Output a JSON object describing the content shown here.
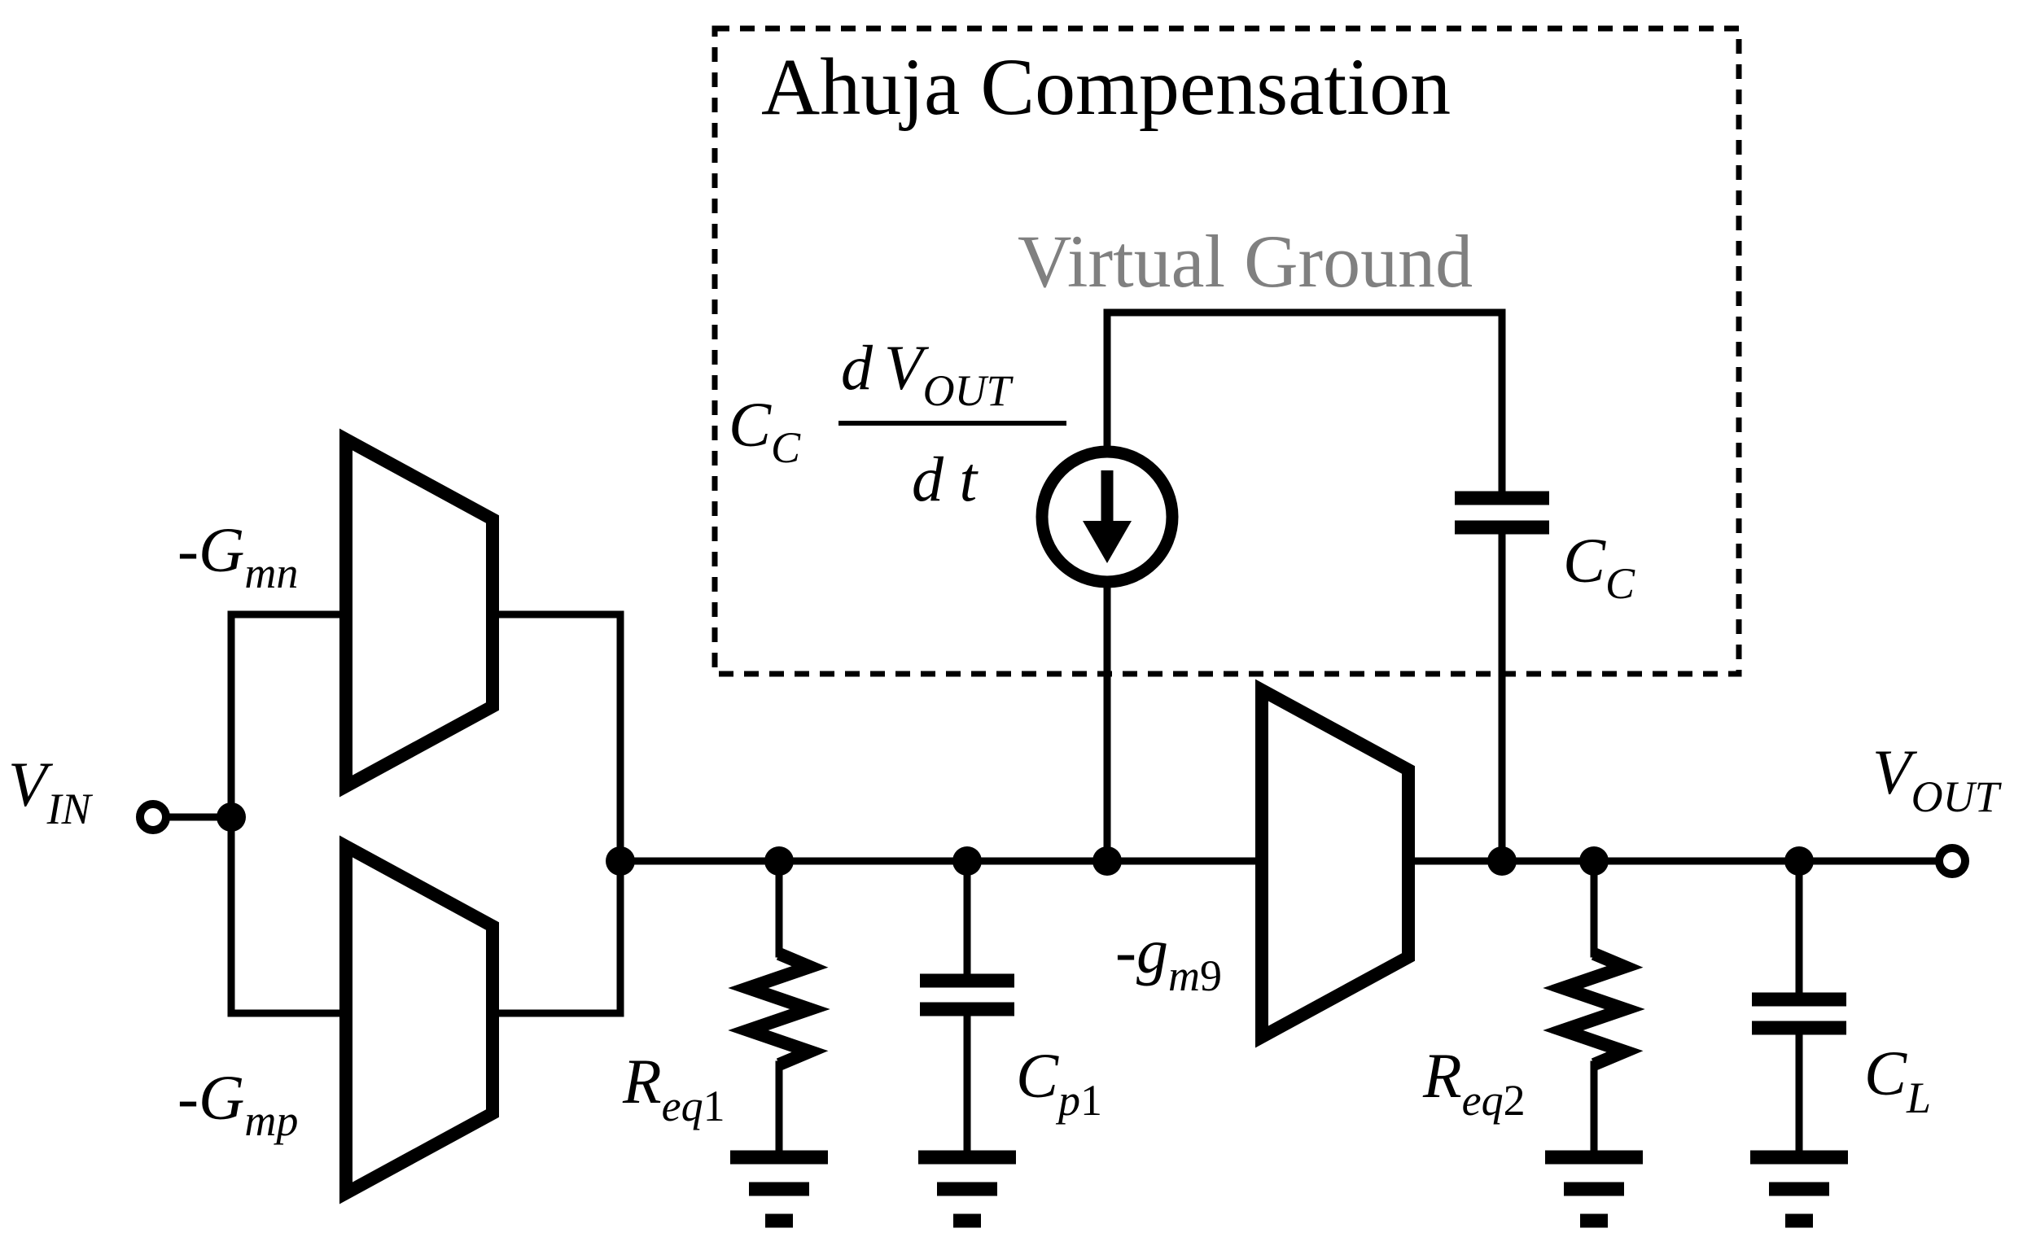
{
  "diagram": {
    "compensation_title": "Ahuja Compensation",
    "virtual_ground_label": "Virtual Ground",
    "virtual_ground_color": "#808080",
    "source_label": {
      "coef": "C",
      "coef_sub": "C",
      "numerator_d": "d",
      "numerator_v": "V",
      "numerator_sub": "OUT",
      "denominator": "d t"
    },
    "input_label": {
      "main": "V",
      "sub": "IN"
    },
    "output_label": {
      "main": "V",
      "sub": "OUT"
    },
    "gmn_label": {
      "prefix": "-",
      "main": "G",
      "sub": "mn"
    },
    "gmp_label": {
      "prefix": "-",
      "main": "G",
      "sub": "mp"
    },
    "gm9_label": {
      "prefix": "-",
      "main": "g",
      "sub": "m",
      "sub2": "9"
    },
    "req1_label": {
      "main": "R",
      "sub": "eq",
      "sub2": "1"
    },
    "cp1_label": {
      "main": "C",
      "sub": "p",
      "sub2": "1"
    },
    "req2_label": {
      "main": "R",
      "sub": "eq",
      "sub2": "2"
    },
    "cl_label": {
      "main": "C",
      "sub": "L"
    },
    "cc_label": {
      "main": "C",
      "sub": "C"
    },
    "icons": {
      "current_source": "current-source-arrow-down-icon",
      "ground": "ground-symbol-icon",
      "capacitor": "capacitor-icon",
      "resistor": "resistor-zigzag-icon",
      "amplifier": "transconductance-amplifier-icon",
      "terminal": "open-circle-terminal-icon"
    }
  }
}
